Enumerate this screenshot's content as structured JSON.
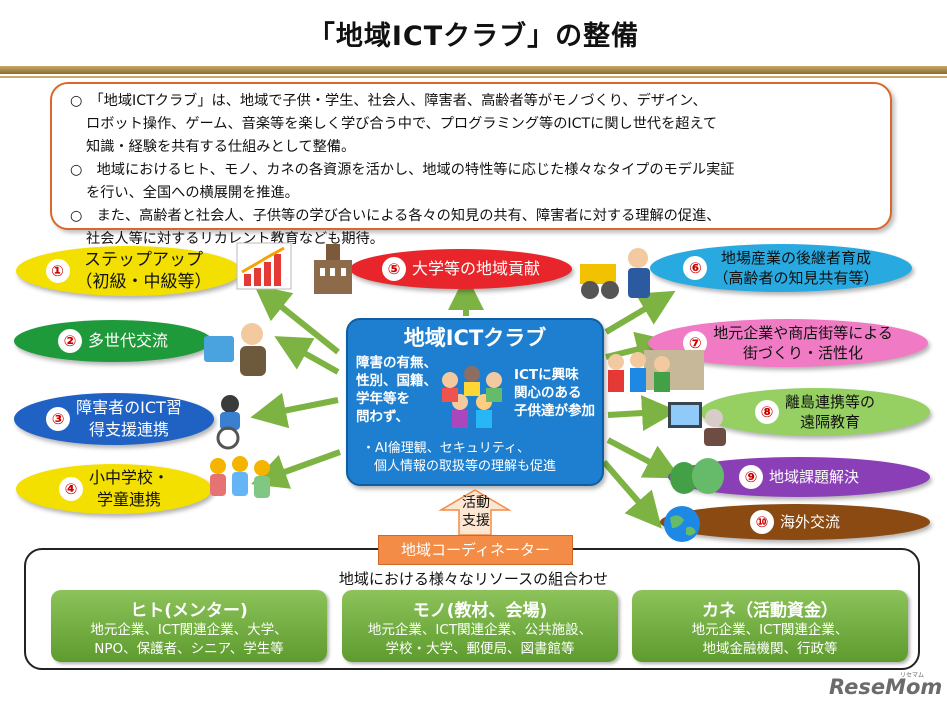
{
  "title": "「地域ICTクラブ」の整備",
  "intro": {
    "bullets": [
      [
        "○　「地域ICTクラブ」は、地域で子供・学生、社会人、障害者、高齢者等がモノづくり、デザイン、",
        "ロボット操作、ゲーム、音楽等を楽しく学び合う中で、プログラミング等のICTに関し世代を超えて",
        "知識・経験を共有する仕組みとして整備。"
      ],
      [
        "○　地域におけるヒト、モノ、カネの各資源を活かし、地域の特性等に応じた様々なタイプのモデル実証",
        "を行い、全国への横展開を推進。"
      ],
      [
        "○　また、高齢者と社会人、子供等の学び合いによる各々の知見の共有、障害者に対する理解の促進、",
        "社会人等に対するリカレント教育なども期待。"
      ]
    ]
  },
  "center": {
    "title": "地域ICTクラブ",
    "left_text": [
      "障害の有無、",
      "性別、国籍、",
      "学年等を",
      "問わず、"
    ],
    "right_text": [
      "ICTに興味",
      "関心のある",
      "子供達が参加"
    ],
    "note": [
      "・AI倫理観、セキュリティ、",
      "個人情報の取扱等の理解も促進"
    ]
  },
  "items": [
    {
      "num": "①",
      "lines": [
        "ステップアップ",
        "（初級・中級等）"
      ],
      "color": "#f4e000",
      "text_color": "#111111"
    },
    {
      "num": "②",
      "lines": [
        "多世代交流"
      ],
      "color": "#1e9a3a",
      "text_color": "#ffffff"
    },
    {
      "num": "③",
      "lines": [
        "障害者のICT習",
        "得支援連携"
      ],
      "color": "#1f62c4",
      "text_color": "#ffffff"
    },
    {
      "num": "④",
      "lines": [
        "小中学校・",
        "学童連携"
      ],
      "color": "#f4e000",
      "text_color": "#111111"
    },
    {
      "num": "⑤",
      "lines": [
        "大学等の地域貢献"
      ],
      "color": "#e8252a",
      "text_color": "#ffffff"
    },
    {
      "num": "⑥",
      "lines": [
        "地場産業の後継者育成",
        "（高齢者の知見共有等）"
      ],
      "color": "#28a9e0",
      "text_color": "#111111"
    },
    {
      "num": "⑦",
      "lines": [
        "地元企業や商店街等による",
        "街づくり・活性化"
      ],
      "color": "#f07ac4",
      "text_color": "#111111"
    },
    {
      "num": "⑧",
      "lines": [
        "離島連携等の",
        "遠隔教育"
      ],
      "color": "#96cf62",
      "text_color": "#111111"
    },
    {
      "num": "⑨",
      "lines": [
        "地域課題解決"
      ],
      "color": "#8a3fb6",
      "text_color": "#ffffff"
    },
    {
      "num": "⑩",
      "lines": [
        "海外交流"
      ],
      "color": "#8a4a12",
      "text_color": "#ffffff"
    }
  ],
  "support_label": [
    "活動",
    "支援"
  ],
  "coordinator_label": "地域コーディネーター",
  "resources": {
    "heading": "地域における様々なリソースの組合わせ",
    "boxes": [
      {
        "title": "ヒト(メンター)",
        "lines": [
          "地元企業、ICT関連企業、大学、",
          "NPO、保護者、シニア、学生等"
        ]
      },
      {
        "title": "モノ(教材、会場)",
        "lines": [
          "地元企業、ICT関連企業、公共施設、",
          "学校・大学、郵便局、図書館等"
        ]
      },
      {
        "title": "カネ（活動資金）",
        "lines": [
          "地元企業、ICT関連企業、",
          "地域金融機関、行政等"
        ]
      }
    ]
  },
  "logo": {
    "main": "ReseMom",
    "sub": "リセマム"
  },
  "arrow_color": "#7cb342"
}
